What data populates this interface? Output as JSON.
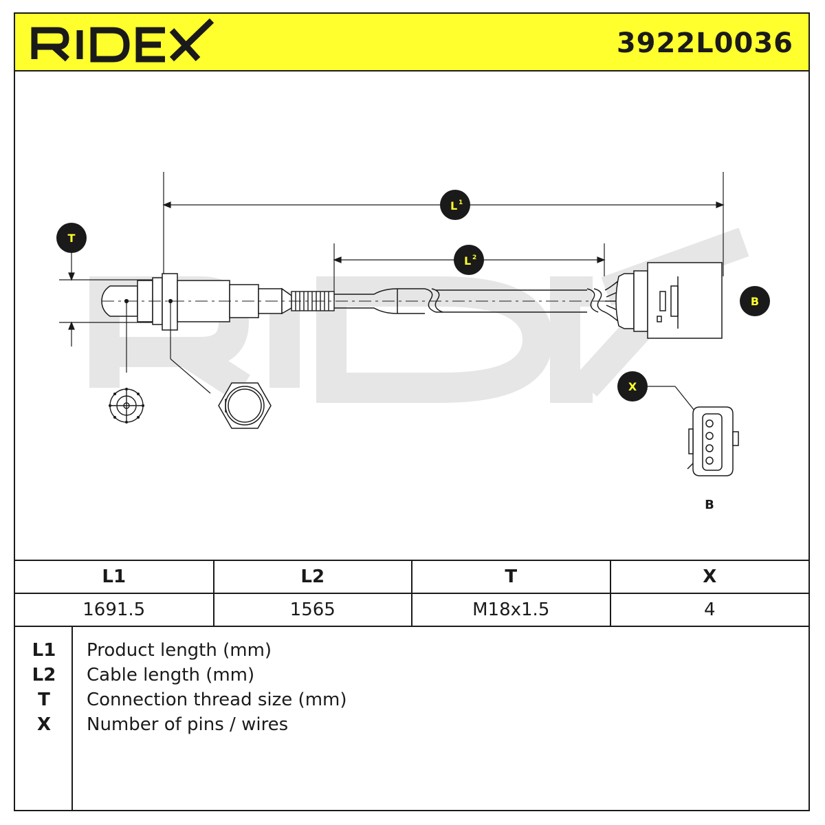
{
  "header": {
    "brand": "RIDEX",
    "part_number": "3922L0036",
    "background_color": "#ffff2e"
  },
  "drawing": {
    "callouts": {
      "l1": "L",
      "l1_sup": "1",
      "l2": "L",
      "l2_sup": "2",
      "t": "T",
      "b": "B",
      "x": "X"
    },
    "connector_label": "B",
    "watermark": "RIDEX"
  },
  "spec_table": {
    "headers": [
      "L1",
      "L2",
      "T",
      "X"
    ],
    "values": [
      "1691.5",
      "1565",
      "M18x1.5",
      "4"
    ]
  },
  "legend": [
    {
      "key": "L1",
      "text": "Product length (mm)"
    },
    {
      "key": "L2",
      "text": "Cable length (mm)"
    },
    {
      "key": "T",
      "text": "Connection thread size (mm)"
    },
    {
      "key": "X",
      "text": "Number of pins / wires"
    }
  ]
}
